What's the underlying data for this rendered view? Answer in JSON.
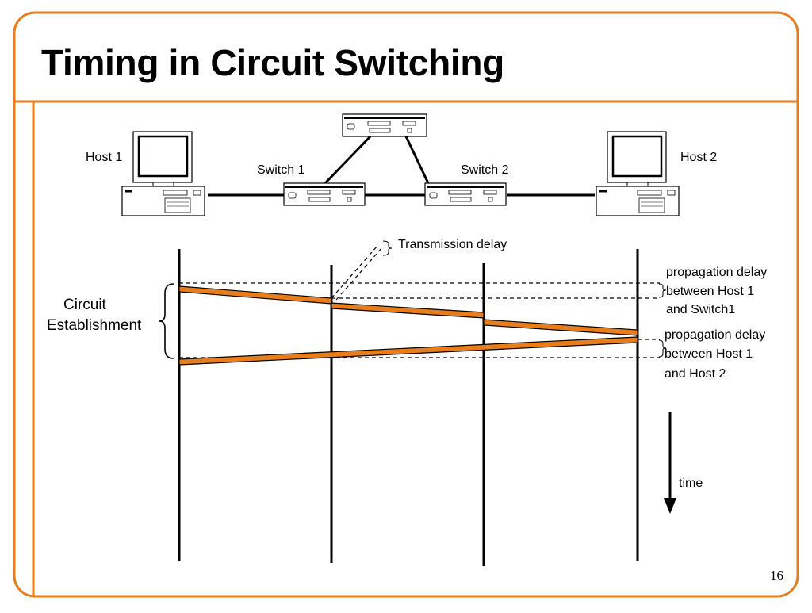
{
  "slide": {
    "title": "Timing in Circuit Switching",
    "page_number": "16",
    "accent_color": "#e87d1e"
  },
  "devices": {
    "host1": "Host 1",
    "host2": "Host 2",
    "switch1": "Switch 1",
    "switch2": "Switch 2"
  },
  "labels": {
    "transmission_delay": "Transmission delay",
    "prop_delay_1": [
      "propagation delay",
      "between Host 1",
      "and Switch1"
    ],
    "prop_delay_2": [
      "propagation delay",
      "between Host 1",
      "and Host 2"
    ],
    "circuit_establishment": [
      "Circuit",
      "Establishment"
    ],
    "time": "time"
  }
}
